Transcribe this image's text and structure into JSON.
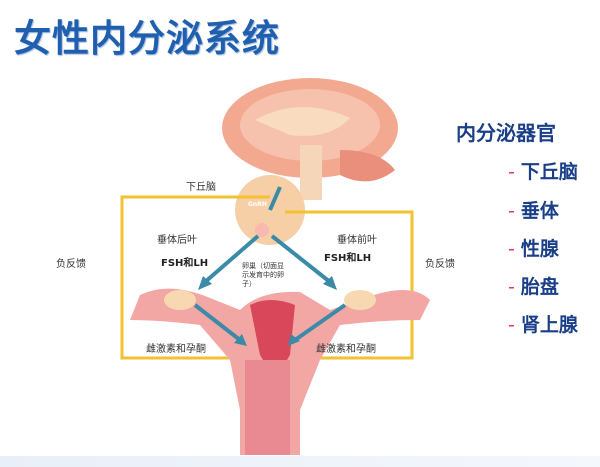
{
  "title": "女性内分泌系统",
  "diagram": {
    "hypothalamus": "下丘脑",
    "gnrh": "GnRH",
    "posterior_pituitary": "垂体后叶",
    "anterior_pituitary": "垂体前叶",
    "fsh_lh_left": "FSH和LH",
    "fsh_lh_right": "FSH和LH",
    "ovary_note": "卵巢（切面显示发育中的卵子）",
    "estrogen_left": "雌激素和孕酮",
    "estrogen_right": "雌激素和孕酮",
    "feedback_left": "负反馈",
    "feedback_right": "负反馈"
  },
  "organs": {
    "heading": "内分泌器官",
    "dash": "-",
    "items": [
      "下丘脑",
      "垂体",
      "性腺",
      "胎盘",
      "肾上腺"
    ]
  },
  "colors": {
    "title": "#1f5fae",
    "frame": "#f2c230",
    "arrow": "#3a8aa8",
    "dash": "#e0337a"
  }
}
